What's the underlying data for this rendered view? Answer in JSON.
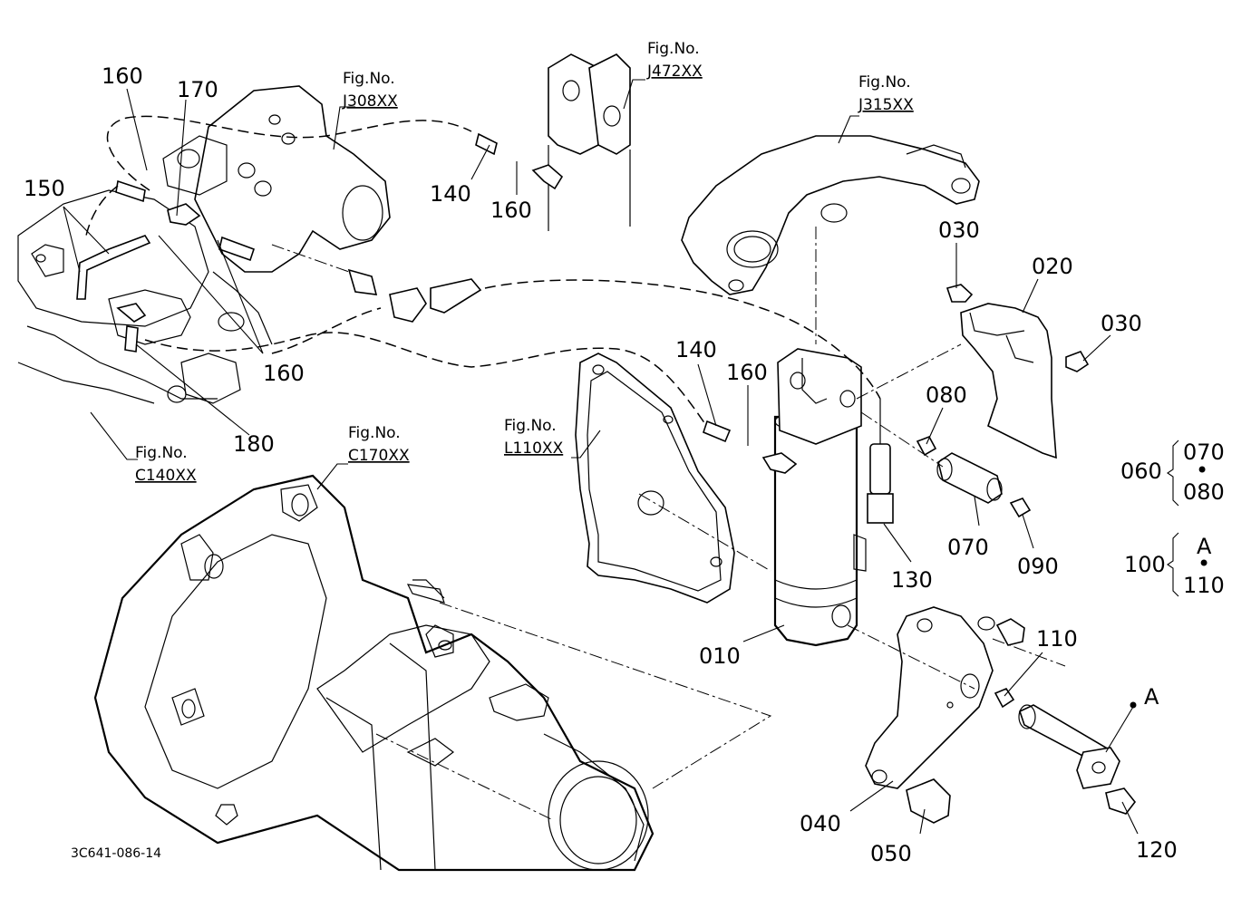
{
  "parts": {
    "p010": "010",
    "p020": "020",
    "p030a": "030",
    "p030b": "030",
    "p040": "040",
    "p050": "050",
    "p060": "060",
    "p070": "070",
    "p070_group": "070",
    "p080": "080",
    "p080_group": "080",
    "p090": "090",
    "p100": "100",
    "group_a": "A",
    "p110": "110",
    "p110_group": "110",
    "p120": "120",
    "p130": "130",
    "p140a": "140",
    "p140b": "140",
    "p150": "150",
    "p160a": "160",
    "p160b": "160",
    "p160c": "160",
    "p160d": "160",
    "p170": "170",
    "p180": "180",
    "marker_a": "A",
    "group_dot": "•"
  },
  "figure_refs": {
    "prefix": "Fig.No.",
    "j308": "J308XX",
    "j472": "J472XX",
    "j315": "J315XX",
    "l110": "L110XX",
    "c140": "C140XX",
    "c170": "C170XX"
  },
  "drawing_id": "3C641-086-14"
}
